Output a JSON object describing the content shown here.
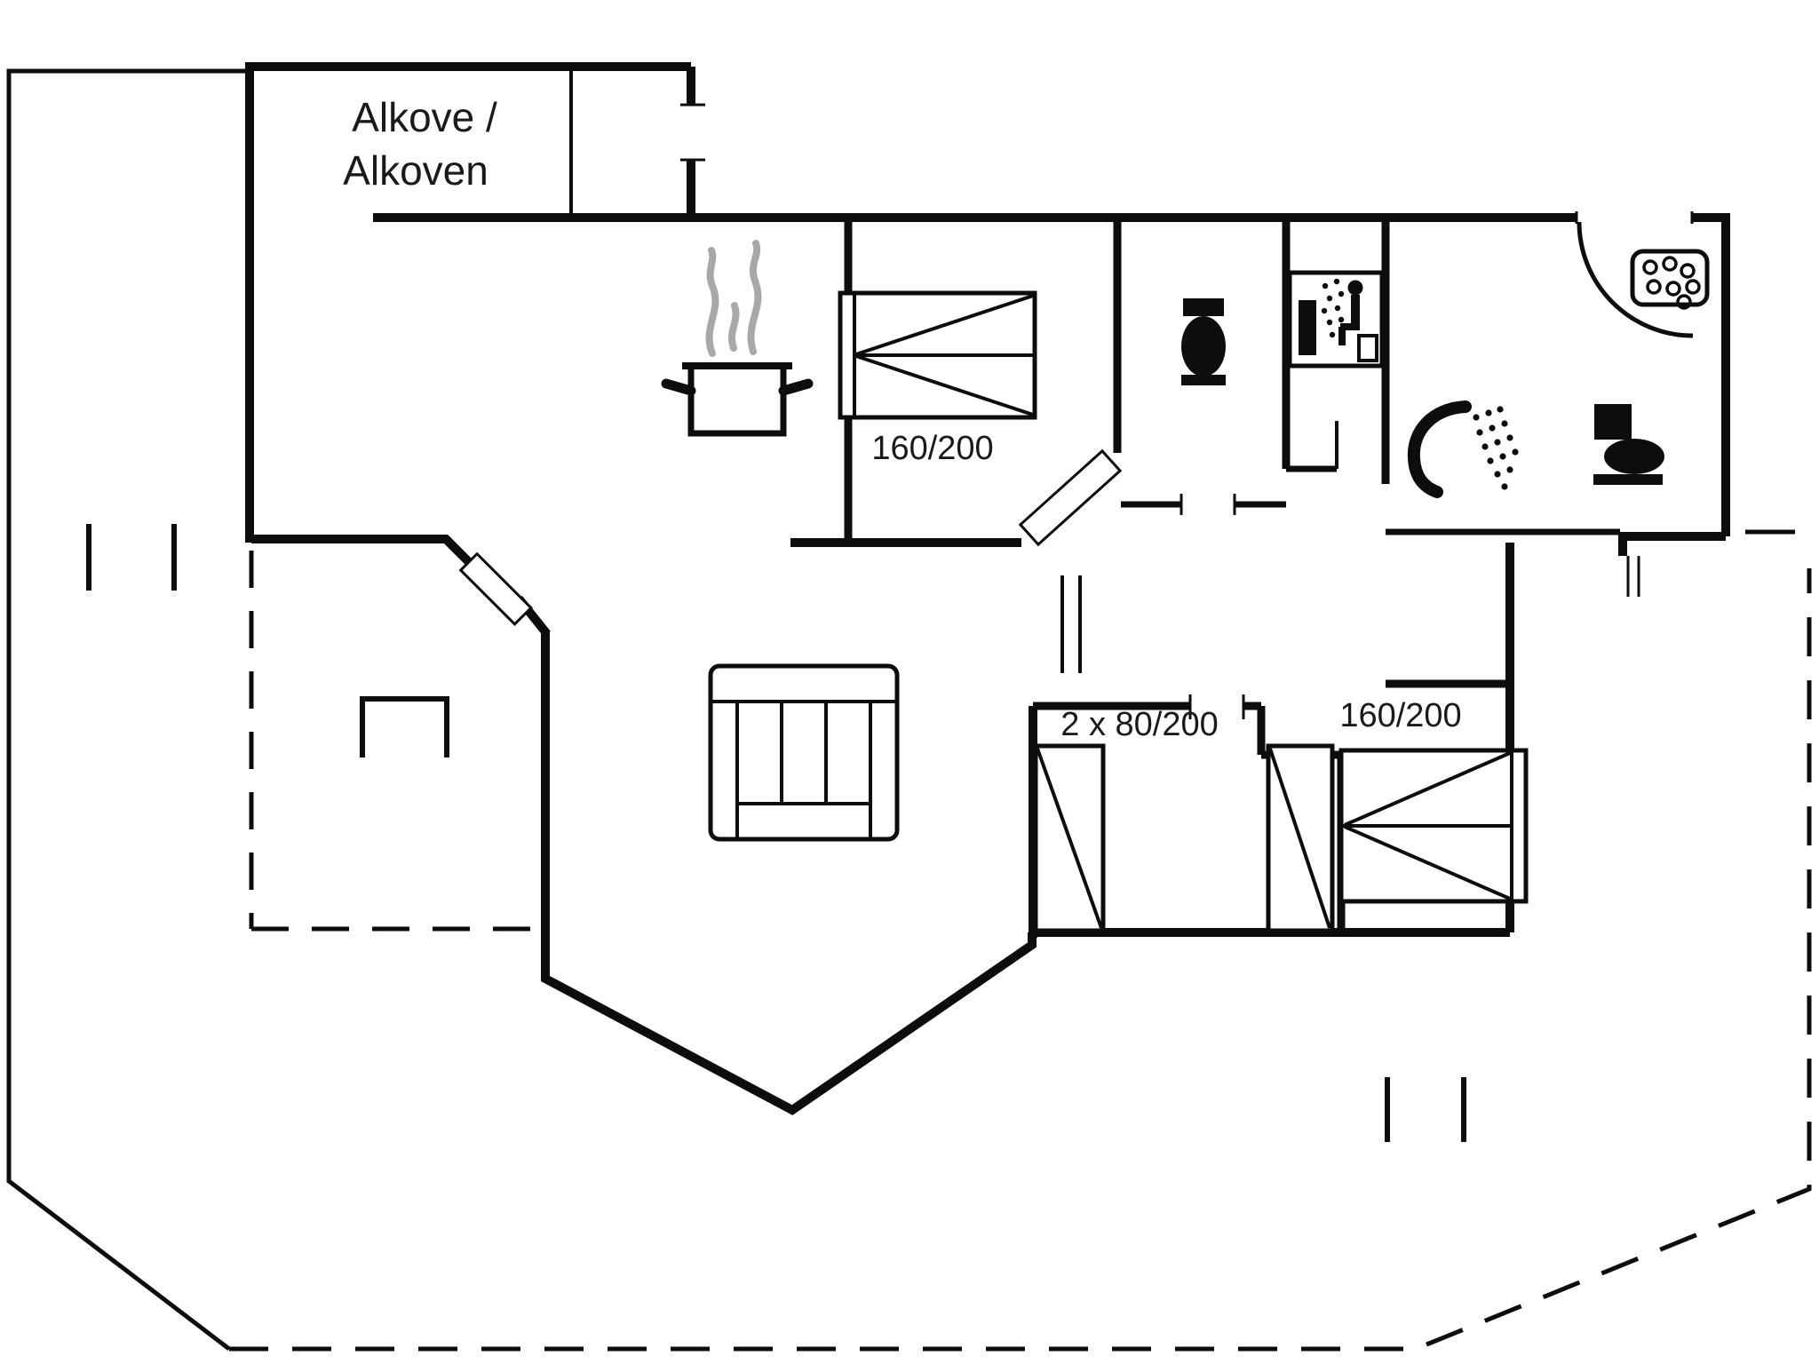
{
  "drawing": {
    "type": "floor-plan",
    "background": "#ffffff",
    "wall_color": "#0d0d0d",
    "steam_color": "#a8a8a8",
    "dashed_boundary": "terrace-outline"
  },
  "labels": {
    "alcove_line1": "Alkove /",
    "alcove_line2": "Alkoven",
    "bedroom_top_bed": "160/200",
    "bedroom_left_beds": "2 x 80/200",
    "bedroom_right_bed": "160/200"
  },
  "rooms": [
    {
      "name": "alcove",
      "label": "Alkove / Alkoven"
    },
    {
      "name": "kitchen",
      "label": ""
    },
    {
      "name": "bedroom-top",
      "label": "160/200"
    },
    {
      "name": "wc-room",
      "label": ""
    },
    {
      "name": "sauna-room",
      "label": ""
    },
    {
      "name": "bathroom",
      "label": ""
    },
    {
      "name": "living-room",
      "label": ""
    },
    {
      "name": "hallway",
      "label": ""
    },
    {
      "name": "bedroom-left",
      "label": "2 x 80/200"
    },
    {
      "name": "bedroom-right",
      "label": "160/200"
    },
    {
      "name": "terrace",
      "label": ""
    }
  ],
  "icons": [
    "cooking-pot-icon",
    "steam-icon",
    "double-bed-icon",
    "toilet-icon",
    "sauna-pictogram-icon",
    "whirlpool-icon",
    "door-swing-arc-icon",
    "shower-icon",
    "toilet-icon",
    "sofa-icon",
    "single-bed-icon",
    "single-bed-icon",
    "double-bed-icon",
    "grill-niche-icon"
  ]
}
